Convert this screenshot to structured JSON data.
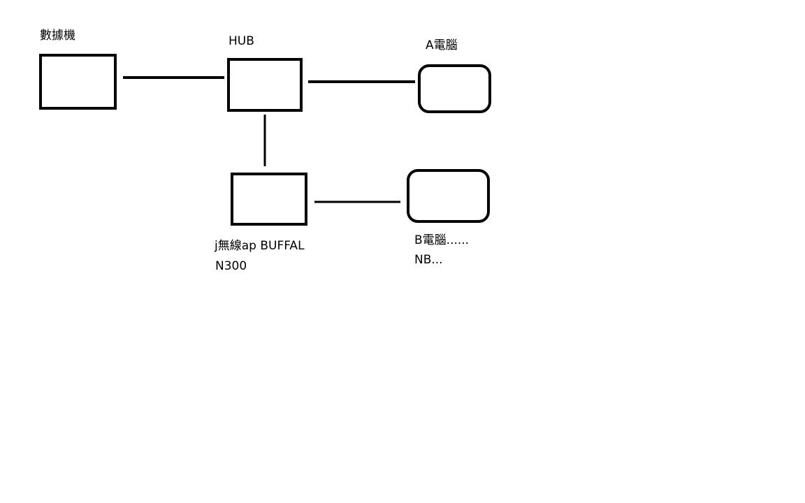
{
  "diagram": {
    "nodes": {
      "modem": {
        "label": "數據機"
      },
      "hub": {
        "label": "HUB"
      },
      "pc_a": {
        "label": "A電腦"
      },
      "ap": {
        "label_line1": "j無線ap  BUFFAL",
        "label_line2": "N300"
      },
      "pc_b": {
        "label_line1": "B電腦......",
        "label_line2": "NB..."
      }
    },
    "edges": [
      {
        "from": "modem",
        "to": "hub"
      },
      {
        "from": "hub",
        "to": "pc_a"
      },
      {
        "from": "hub",
        "to": "ap"
      },
      {
        "from": "ap",
        "to": "pc_b"
      }
    ],
    "colors": {
      "stroke": "#000000",
      "background": "#ffffff"
    }
  }
}
